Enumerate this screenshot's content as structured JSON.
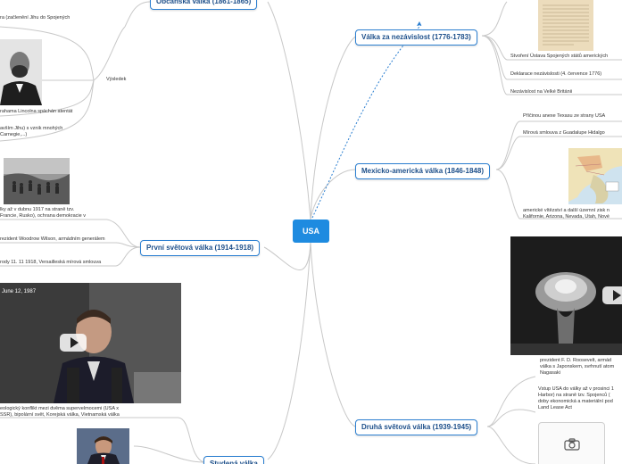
{
  "root": {
    "label": "USA"
  },
  "topics": {
    "civil_war": "Občanská válka (1861-1865)",
    "independence": "Válka za nezávislost (1776-1783)",
    "mexico": "Mexicko-americká válka (1846-1848)",
    "ww1": "První světová válka (1914-1918)",
    "ww2": "Druhá světová válka (1939-1945)",
    "cold_war": "Studená válka"
  },
  "civil_war_leaves": {
    "south": "ra (začlenění Jihu do Spojených",
    "result_label": "Výsledek",
    "lincoln": "rahama Lincolna spáchán atentát",
    "industry_1": "avším Jihu) s vznik mnohých",
    "industry_2": "Carnegie,...)"
  },
  "independence_leaves": {
    "constitution": "Stvoření Ústava Spojených států amerických",
    "declaration": "Deklarace nezávislosti (4. července 1776)",
    "britain": "Nezávislost na Velké Británii"
  },
  "mexico_leaves": {
    "cause": "Příčinou anexe Texasu ze strany USA",
    "treaty": "Mírová smlouva z Guadalupe Hidalgo",
    "result_1": "americké vítězství a další územní zisk n",
    "result_2": "Kalifornie, Arizona, Nevada, Utah, Nové"
  },
  "ww1_leaves": {
    "entry_1": "lky až v dubnu 1917 na straně tzv.",
    "entry_2": "Francie, Rusko), ochrana demokracie v",
    "wilson": "rezident Woodrow Wilson, armádním generálem",
    "end": "rody 11. 11 1918, Versailleská mírová smlouva"
  },
  "ww2_leaves": {
    "fdr_1": "prezident F. D. Roosevelt, armád",
    "fdr_2": "válka s Japonskem, svrhnutí atom",
    "fdr_3": "Nagasaki",
    "entry_1": "Vstup USA do války až v prosinci 1",
    "entry_2": "Harbor) na straně tzv. Spojenců (",
    "entry_3": "doby ekonomická a materiální pod",
    "entry_4": "Land Lease Act"
  },
  "cold_war_leaves": {
    "video_date": "June 12, 1987",
    "desc_1": "eologický konflikt mezi dvěma supervelmocemi (USA x",
    "desc_2": "SSR), bipolární svět, Korejská válka, Vietnamská válka"
  },
  "icons": [
    "play-icon",
    "camera-icon"
  ],
  "colors": {
    "accent": "#1e8be0",
    "node_border": "#2b7fd1",
    "node_text": "#1d4f8a"
  }
}
